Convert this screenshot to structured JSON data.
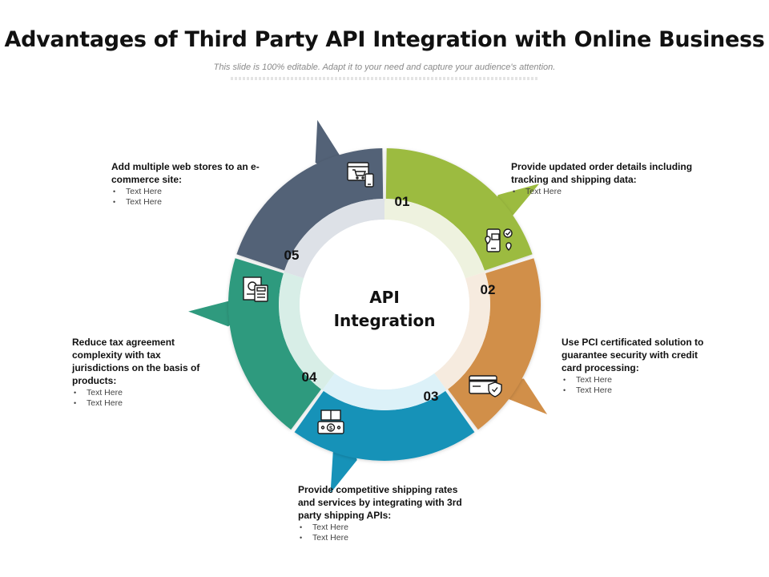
{
  "title": "Advantages of Third Party API Integration with Online Business",
  "subtitle": "This slide is 100% editable. Adapt it to your need and capture your audience's attention.",
  "center": {
    "line1": "API",
    "line2": "Integration"
  },
  "segments": [
    {
      "number": "01",
      "color": "#9cbb3f",
      "inner_color": "#eef2df",
      "icon": "mobile-tracking-icon",
      "heading": "Provide updated order details including tracking and shipping data:",
      "bullets": [
        "Text Here"
      ]
    },
    {
      "number": "02",
      "color": "#d18f49",
      "inner_color": "#f6ebdf",
      "icon": "secure-card-icon",
      "heading": "Use PCI certificated solution to guarantee security with credit card processing:",
      "bullets": [
        "Text Here",
        "Text Here"
      ]
    },
    {
      "number": "03",
      "color": "#1692b8",
      "inner_color": "#dcf1f8",
      "icon": "shipping-money-icon",
      "heading": "Provide competitive shipping rates and services by integrating with 3rd party shipping APIs:",
      "bullets": [
        "Text Here",
        "Text Here"
      ]
    },
    {
      "number": "04",
      "color": "#2f9a7e",
      "inner_color": "#d8eee7",
      "icon": "tax-calculator-icon",
      "heading": "Reduce tax agreement complexity with tax jurisdictions on the basis of products:",
      "bullets": [
        "Text Here",
        "Text Here"
      ]
    },
    {
      "number": "05",
      "color": "#536277",
      "inner_color": "#dde1e7",
      "icon": "web-store-icon",
      "heading": "Add multiple web stores to an e-commerce site:",
      "bullets": [
        "Text Here",
        "Text Here"
      ]
    }
  ]
}
